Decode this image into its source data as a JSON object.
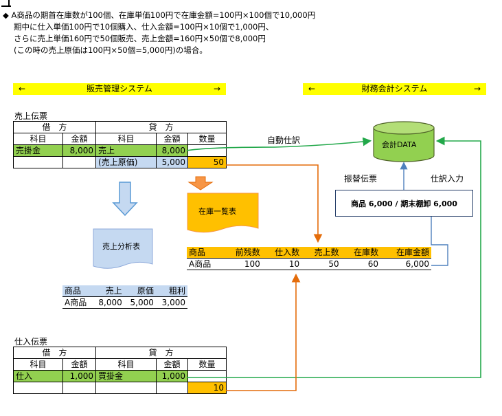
{
  "intro": {
    "bullet": "◆",
    "lines": [
      "A商品の期首在庫数が100個、在庫単価100円で在庫金額=100円×100個で10,000円",
      "期中に仕入単価100円で10個購入、仕入金額=100円×10個で1,000円、",
      "さらに売上単価160円で50個販売、売上金額=160円×50個で8,000円",
      "(この時の売上原価は100円×50個=5,000円)の場合。"
    ]
  },
  "bands": {
    "sales": {
      "left_arrow": "←",
      "label": "販売管理システム",
      "right_arrow": "→"
    },
    "accounting": {
      "left_arrow": "←",
      "label": "財務会計システム",
      "right_arrow": "→"
    }
  },
  "sales_slip": {
    "title": "売上伝票",
    "debit_header": "借　方",
    "credit_header": "貸　方",
    "col_account": "科目",
    "col_amount": "金額",
    "col_qty": "数量",
    "row1": {
      "debit_account": "売掛金",
      "debit_amount": "8,000",
      "credit_account": "売上",
      "credit_amount": "8,000",
      "qty": ""
    },
    "row2": {
      "debit_account": "",
      "debit_amount": "",
      "credit_account": "(売上原価)",
      "credit_amount": "5,000",
      "qty": "50"
    }
  },
  "purchase_slip": {
    "title": "仕入伝票",
    "debit_header": "借　方",
    "credit_header": "貸　方",
    "col_account": "科目",
    "col_amount": "金額",
    "col_qty": "数量",
    "row1": {
      "debit_account": "仕入",
      "debit_amount": "1,000",
      "credit_account": "買掛金",
      "credit_amount": "1,000",
      "qty": ""
    },
    "row2": {
      "debit_account": "",
      "debit_amount": "",
      "credit_account": "",
      "credit_amount": "",
      "qty": "10"
    }
  },
  "stock_list_doc": "在庫一覧表",
  "sales_analysis_doc": "売上分析表",
  "stock_table": {
    "headers": [
      "商品",
      "前残数",
      "仕入数",
      "売上数",
      "在庫数",
      "在庫金額"
    ],
    "row": [
      "A商品",
      "100",
      "10",
      "50",
      "60",
      "6,000"
    ]
  },
  "sales_table": {
    "headers": [
      "商品",
      "売上",
      "原価",
      "粗利"
    ],
    "row": [
      "A商品",
      "8,000",
      "5,000",
      "3,000"
    ]
  },
  "db_label": "会計DATA",
  "auto_journal": "自動仕訳",
  "transfer_slip": "振替伝票",
  "journal_entry": "仕訳入力",
  "transfer_box": "商品 6,000 / 期末棚卸 6,000",
  "colors": {
    "yellow": "#ffff00",
    "green": "#92d050",
    "orange": "#ffc000",
    "light_blue": "#c5d9f1",
    "arrow_green": "#22a84a",
    "arrow_orange": "#e46c0a",
    "arrow_blue": "#4f81bd"
  }
}
